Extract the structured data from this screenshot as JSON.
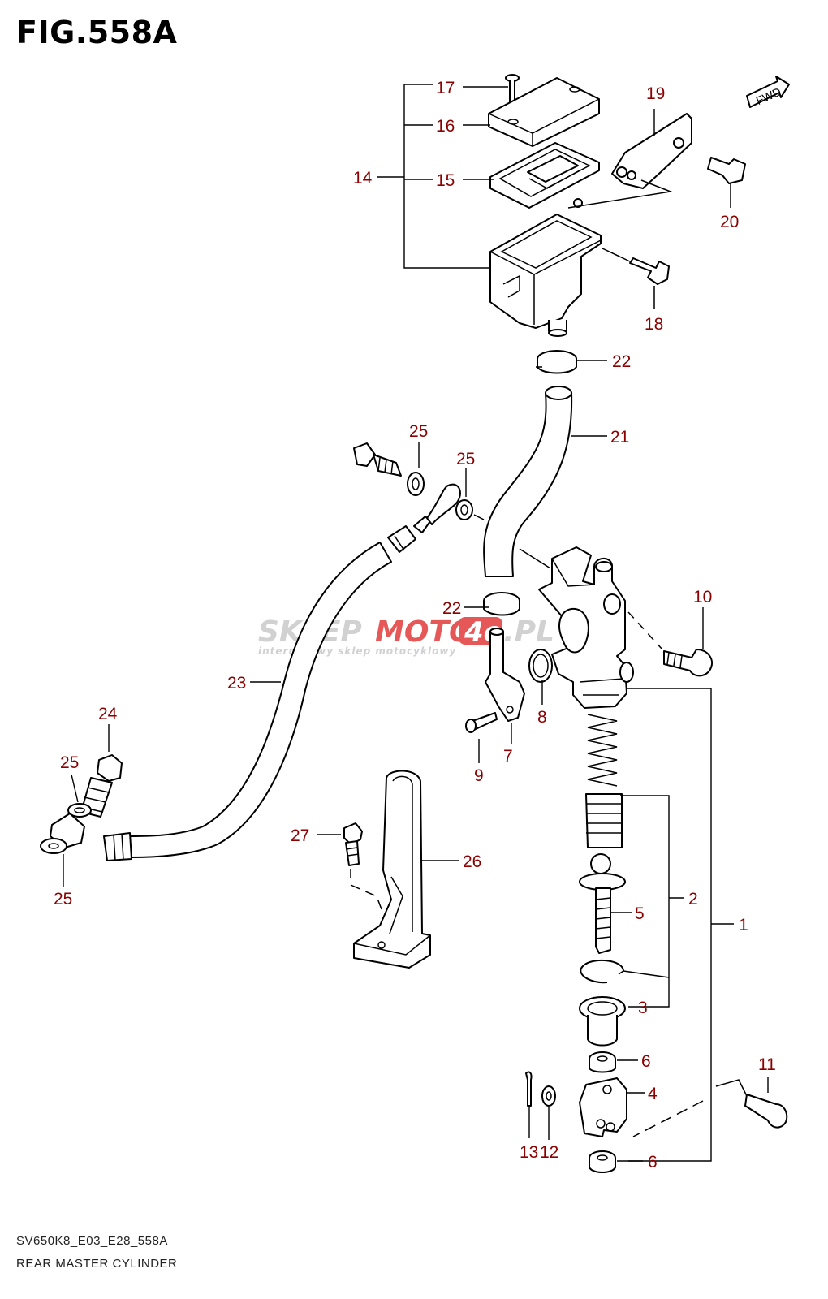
{
  "figure": {
    "title": "FIG.558A",
    "code": "SV650K8_E03_E28_558A",
    "name": "REAR MASTER CYLINDER",
    "fwd_label": "FWD"
  },
  "colors": {
    "callout": "#8b0000",
    "line": "#000000",
    "watermark_red": "#e23b3b",
    "watermark_grey": "#c9c9c9"
  },
  "watermark": {
    "left": "SKLEP",
    "mid": "MOTO",
    "num": "4e",
    "right": ".PL",
    "tagline": "internetowy sklep motocyklowy"
  },
  "callouts": {
    "c1": "1",
    "c2": "2",
    "c3": "3",
    "c4": "4",
    "c5": "5",
    "c6a": "6",
    "c6b": "6",
    "c7": "7",
    "c8": "8",
    "c9": "9",
    "c10": "10",
    "c11": "11",
    "c12": "12",
    "c13": "13",
    "c14": "14",
    "c15": "15",
    "c16": "16",
    "c17": "17",
    "c18": "18",
    "c19": "19",
    "c20": "20",
    "c21": "21",
    "c22a": "22",
    "c22b": "22",
    "c23": "23",
    "c24": "24",
    "c25a": "25",
    "c25b": "25",
    "c25c": "25",
    "c25d": "25",
    "c26": "26",
    "c27": "27"
  }
}
